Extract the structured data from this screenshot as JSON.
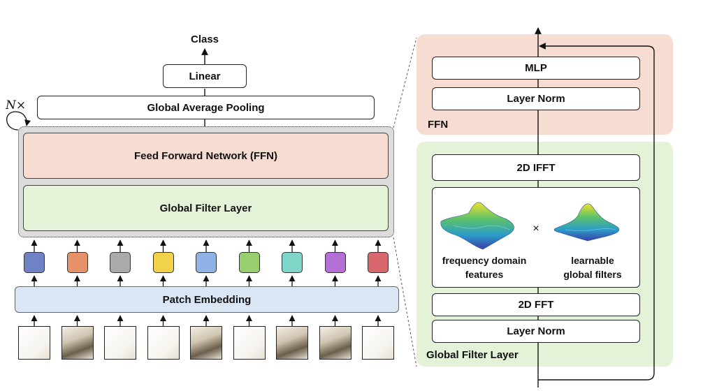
{
  "left": {
    "class_label": "Class",
    "linear_label": "Linear",
    "pooling_label": "Global Average Pooling",
    "repeat_label": "N×",
    "ffn_label": "Feed Forward Network (FFN)",
    "gfl_label": "Global Filter Layer",
    "patch_embedding_label": "Patch Embedding",
    "token_colors": [
      "#6f82c6",
      "#e7916b",
      "#aaaaaa",
      "#f2d24a",
      "#8fb3e6",
      "#97cf6e",
      "#7fd6c8",
      "#b46fd6",
      "#d9686e"
    ]
  },
  "right": {
    "mlp_label": "MLP",
    "layer_norm_top_label": "Layer Norm",
    "ffn_tag": "FFN",
    "ifft_label": "2D IFFT",
    "freq_label_1": "frequency domain",
    "freq_label_2": "features",
    "times_symbol": "×",
    "filters_label_1": "learnable",
    "filters_label_2": "global filters",
    "fft_label": "2D FFT",
    "layer_norm_bottom_label": "Layer Norm",
    "gfl_tag": "Global Filter Layer"
  },
  "colors": {
    "ffn_fill": "#f7dcd2",
    "gfl_fill": "#e4f3d8",
    "patch_fill": "#dbe6f5",
    "outer_gray": "#dcdcdc"
  }
}
